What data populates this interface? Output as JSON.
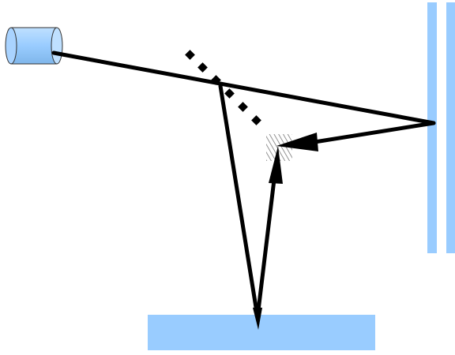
{
  "colors": {
    "component_fill": "#99ccff",
    "component_stroke": "#6fa8dc",
    "beam": "#000000",
    "hatch": "#777777",
    "background": "#ffffff"
  },
  "components": [
    "laser-source",
    "beam-splitter",
    "fixed-mirror",
    "movable-mirror",
    "detector"
  ],
  "beams": [
    "source-to-fixed-mirror",
    "fixed-mirror-to-detector",
    "splitter-to-movable-mirror",
    "movable-mirror-to-detector"
  ]
}
